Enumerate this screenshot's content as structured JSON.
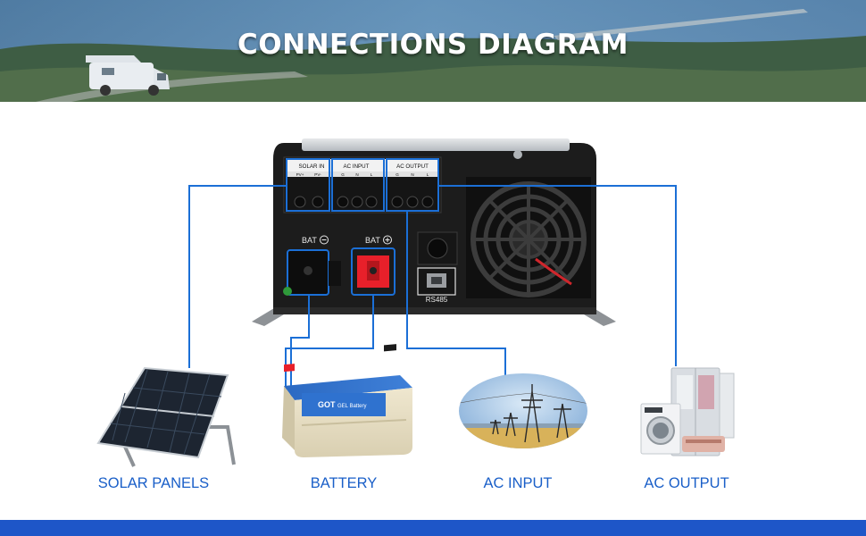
{
  "header": {
    "title": "CONNECTIONS DIAGRAM"
  },
  "terminal_block": {
    "groups": [
      {
        "name": "SOLAR IN",
        "pins": [
          "PV+",
          "PV-"
        ]
      },
      {
        "name": "AC INPUT",
        "pins": [
          "G",
          "N",
          "L"
        ]
      },
      {
        "name": "AC OUTPUT",
        "pins": [
          "G",
          "N",
          "L"
        ]
      }
    ]
  },
  "battery_terminals": {
    "negative": "BAT",
    "positive": "BAT"
  },
  "port": {
    "label": "RS485"
  },
  "battery_label": {
    "brand": "GOT",
    "text": "GEL Battery"
  },
  "components": {
    "solar": "SOLAR PANELS",
    "battery": "BATTERY",
    "ac_input": "AC INPUT",
    "ac_output": "AC OUTPUT"
  },
  "colors": {
    "wire": "#1b6fd6",
    "label": "#1a5fc8",
    "footer": "#1e56c8",
    "inverter": "#1c1c1c",
    "bat_positive": "#e8202a"
  }
}
